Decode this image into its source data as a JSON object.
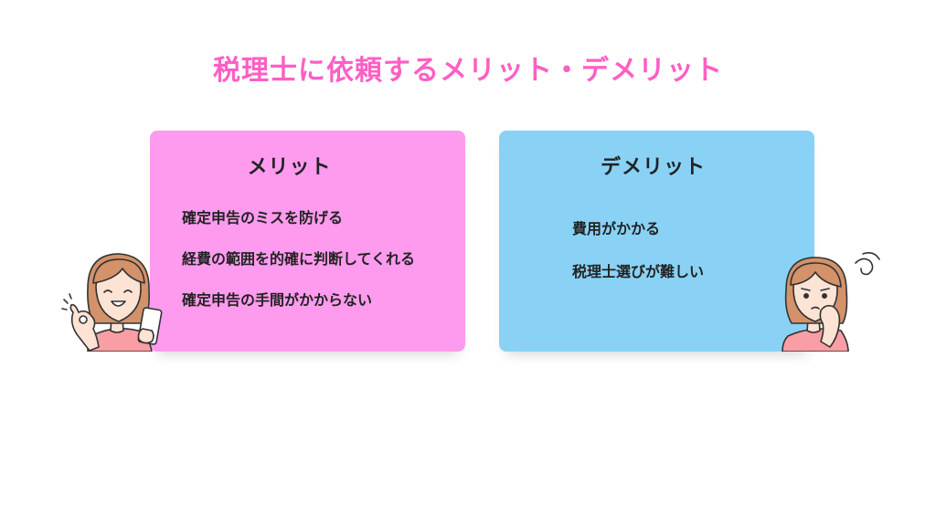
{
  "title": "税理士に依頼するメリット・デメリット",
  "colors": {
    "title": "#ff5fc4",
    "merit_card": "#ff9bee",
    "demerit_card": "#89d2f6",
    "skin": "#fde3d3",
    "hair": "#d3926a",
    "shirt": "#f89ea4"
  },
  "merit": {
    "heading": "メリット",
    "items": [
      "確定申告のミスを防げる",
      "経費の範囲を的確に判断してくれる",
      "確定申告の手間がかからない"
    ]
  },
  "demerit": {
    "heading": "デメリット",
    "items": [
      "費用がかかる",
      "税理士選びが難しい"
    ]
  },
  "illustrations": {
    "left": "woman-ok-sign-icon",
    "right": "woman-worried-icon"
  }
}
